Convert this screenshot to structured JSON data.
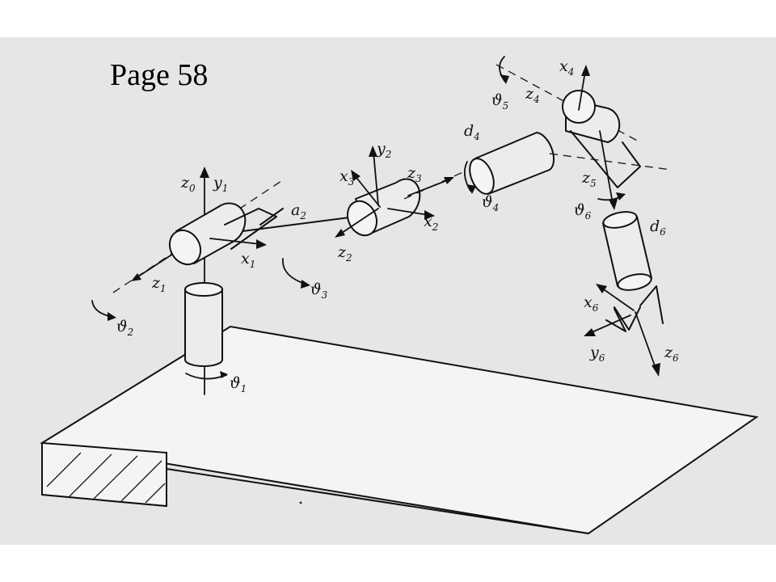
{
  "page_label": "Page 58",
  "axis_labels": {
    "z0": {
      "base": "z",
      "sub": "0"
    },
    "y1": {
      "base": "y",
      "sub": "1"
    },
    "x1": {
      "base": "x",
      "sub": "1"
    },
    "z1": {
      "base": "z",
      "sub": "1"
    },
    "a2": {
      "base": "a",
      "sub": "2"
    },
    "x3": {
      "base": "x",
      "sub": "3"
    },
    "y2": {
      "base": "y",
      "sub": "2"
    },
    "z3": {
      "base": "z",
      "sub": "3"
    },
    "x2": {
      "base": "x",
      "sub": "2"
    },
    "z2": {
      "base": "z",
      "sub": "2"
    },
    "d4": {
      "base": "d",
      "sub": "4"
    },
    "x4": {
      "base": "x",
      "sub": "4"
    },
    "z4": {
      "base": "z",
      "sub": "4"
    },
    "z5": {
      "base": "z",
      "sub": "5"
    },
    "d6": {
      "base": "d",
      "sub": "6"
    },
    "x6": {
      "base": "x",
      "sub": "6"
    },
    "y6": {
      "base": "y",
      "sub": "6"
    },
    "z6": {
      "base": "z",
      "sub": "6"
    }
  },
  "angle_labels": {
    "theta1": {
      "base": "ϑ",
      "sub": "1"
    },
    "theta2": {
      "base": "ϑ",
      "sub": "2"
    },
    "theta3": {
      "base": "ϑ",
      "sub": "3"
    },
    "theta4": {
      "base": "ϑ",
      "sub": "4"
    },
    "theta5": {
      "base": "ϑ",
      "sub": "5"
    },
    "theta6": {
      "base": "ϑ",
      "sub": "6"
    }
  }
}
